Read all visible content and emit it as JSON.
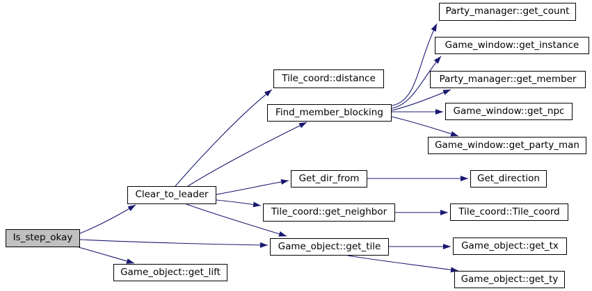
{
  "diagram": {
    "type": "call-graph",
    "root_function": "Is_step_okay",
    "colors": {
      "background": "#ffffff",
      "edge": "#191970",
      "node_border": "#000000",
      "node_fill": "#ffffff",
      "root_node_fill": "#c0c0c0",
      "text": "#000000"
    },
    "nodes": [
      {
        "id": "is_step_okay",
        "label": "Is_step_okay",
        "root": true
      },
      {
        "id": "clear_to_leader",
        "label": "Clear_to_leader",
        "root": false
      },
      {
        "id": "tile_coord_distance",
        "label": "Tile_coord::distance",
        "root": false
      },
      {
        "id": "find_member_blocking",
        "label": "Find_member_blocking",
        "root": false
      },
      {
        "id": "party_manager_get_count",
        "label": "Party_manager::get_count",
        "root": false
      },
      {
        "id": "game_window_get_instance",
        "label": "Game_window::get_instance",
        "root": false
      },
      {
        "id": "party_manager_get_member",
        "label": "Party_manager::get_member",
        "root": false
      },
      {
        "id": "game_window_get_npc",
        "label": "Game_window::get_npc",
        "root": false
      },
      {
        "id": "game_window_get_party_man",
        "label": "Game_window::get_party_man",
        "root": false
      },
      {
        "id": "get_dir_from",
        "label": "Get_dir_from",
        "root": false
      },
      {
        "id": "get_direction",
        "label": "Get_direction",
        "root": false
      },
      {
        "id": "tile_coord_get_neighbor",
        "label": "Tile_coord::get_neighbor",
        "root": false
      },
      {
        "id": "tile_coord_tile_coord",
        "label": "Tile_coord::Tile_coord",
        "root": false
      },
      {
        "id": "game_object_get_tile",
        "label": "Game_object::get_tile",
        "root": false
      },
      {
        "id": "game_object_get_tx",
        "label": "Game_object::get_tx",
        "root": false
      },
      {
        "id": "game_object_get_ty",
        "label": "Game_object::get_ty",
        "root": false
      },
      {
        "id": "game_object_get_lift",
        "label": "Game_object::get_lift",
        "root": false
      }
    ],
    "edges": [
      {
        "from": "is_step_okay",
        "to": "clear_to_leader"
      },
      {
        "from": "is_step_okay",
        "to": "game_object_get_tile"
      },
      {
        "from": "is_step_okay",
        "to": "game_object_get_lift"
      },
      {
        "from": "clear_to_leader",
        "to": "tile_coord_distance"
      },
      {
        "from": "clear_to_leader",
        "to": "find_member_blocking"
      },
      {
        "from": "clear_to_leader",
        "to": "get_dir_from"
      },
      {
        "from": "clear_to_leader",
        "to": "tile_coord_get_neighbor"
      },
      {
        "from": "clear_to_leader",
        "to": "game_object_get_tile"
      },
      {
        "from": "find_member_blocking",
        "to": "party_manager_get_count"
      },
      {
        "from": "find_member_blocking",
        "to": "game_window_get_instance"
      },
      {
        "from": "find_member_blocking",
        "to": "party_manager_get_member"
      },
      {
        "from": "find_member_blocking",
        "to": "game_window_get_npc"
      },
      {
        "from": "find_member_blocking",
        "to": "game_window_get_party_man"
      },
      {
        "from": "get_dir_from",
        "to": "get_direction"
      },
      {
        "from": "tile_coord_get_neighbor",
        "to": "tile_coord_tile_coord"
      },
      {
        "from": "game_object_get_tile",
        "to": "game_object_get_tx"
      },
      {
        "from": "game_object_get_tile",
        "to": "game_object_get_ty"
      }
    ]
  }
}
